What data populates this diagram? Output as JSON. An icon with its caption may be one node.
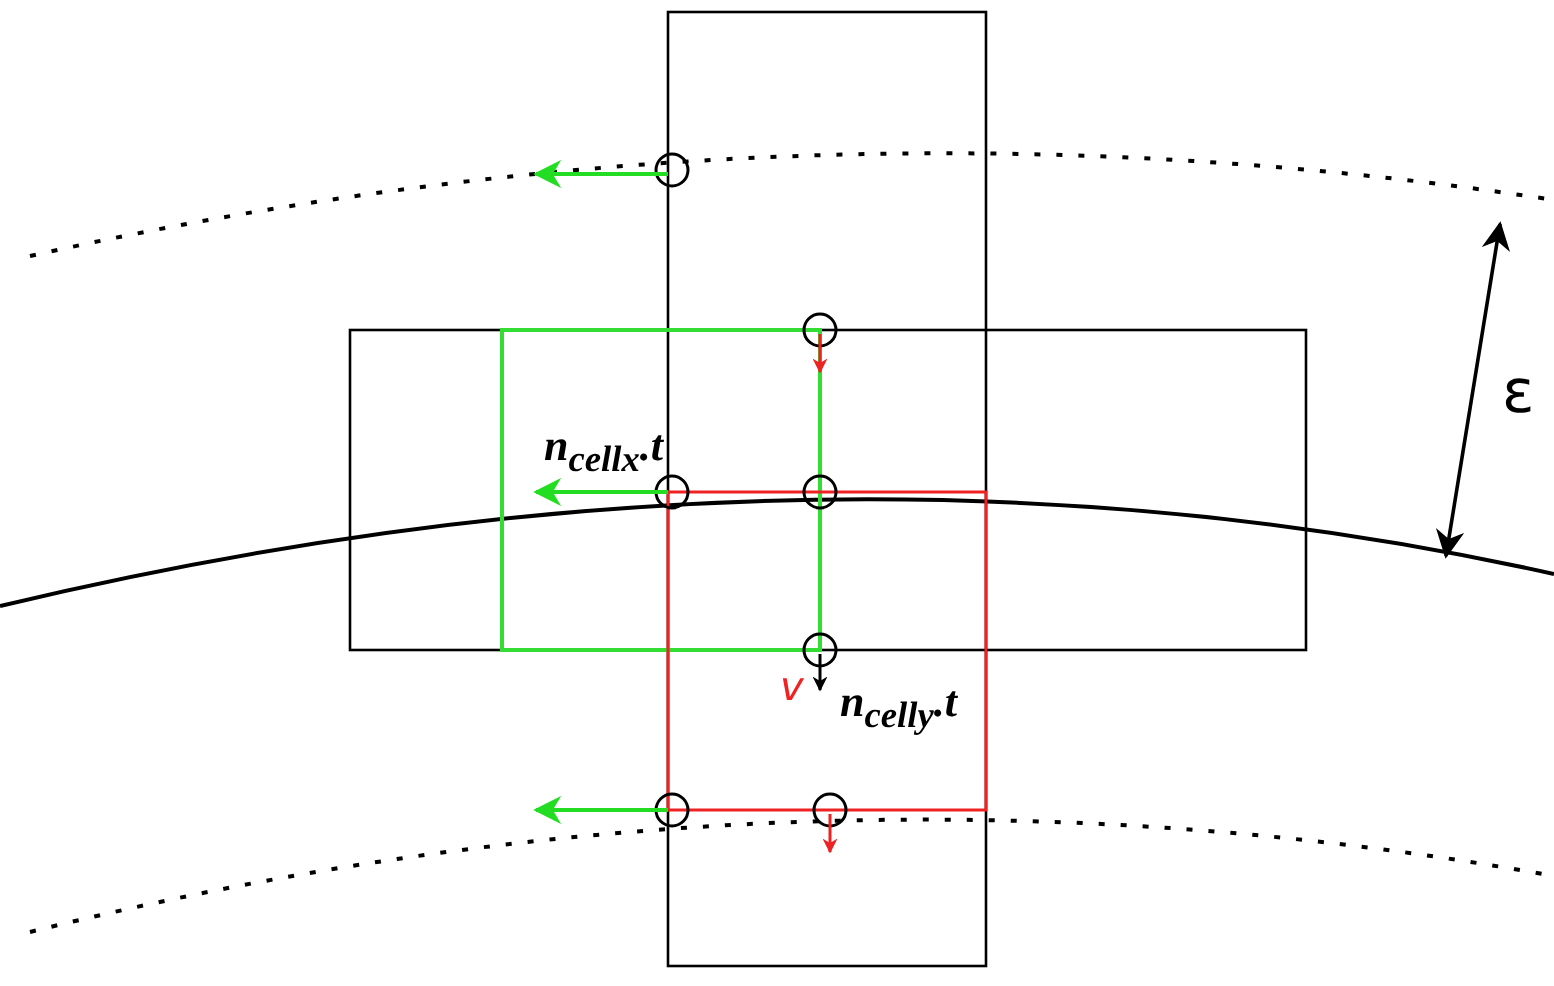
{
  "diagram": {
    "labels": [
      "n$_{cellx}$.t",
      "v",
      "n$_{celly}$.t",
      "ε"
    ]
  }
}
